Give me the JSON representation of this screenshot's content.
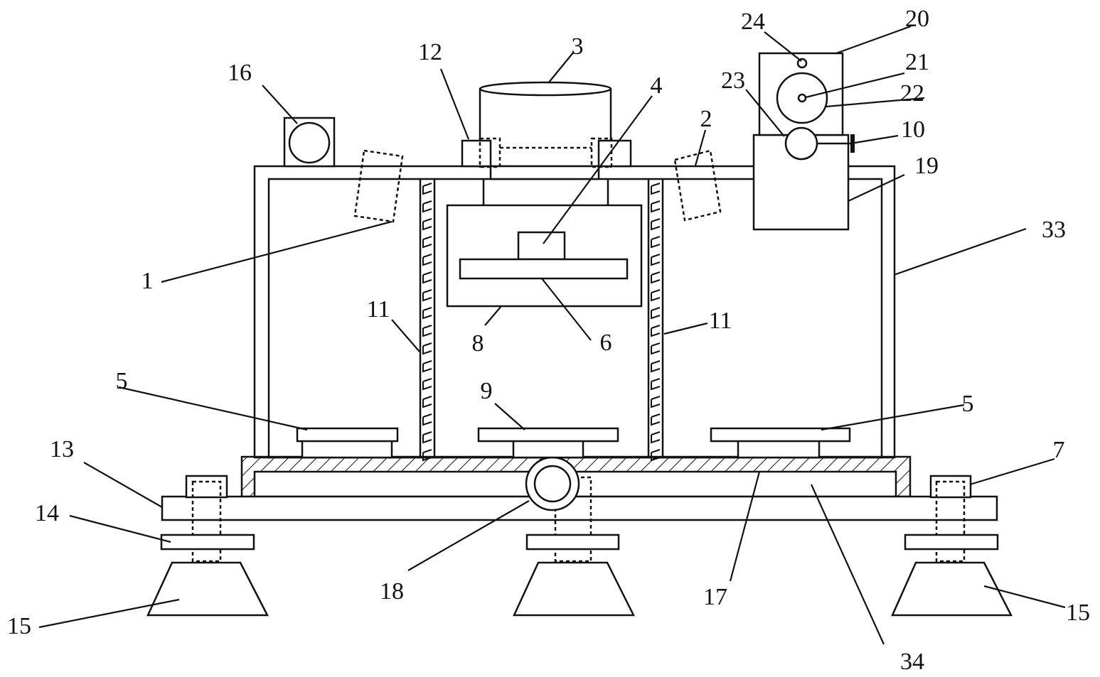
{
  "figure": {
    "labels": {
      "l1": "1",
      "l2": "2",
      "l3": "3",
      "l4": "4",
      "l5a": "5",
      "l5b": "5",
      "l6": "6",
      "l7": "7",
      "l8": "8",
      "l9": "9",
      "l10": "10",
      "l11a": "11",
      "l11b": "11",
      "l12": "12",
      "l13": "13",
      "l14": "14",
      "l15a": "15",
      "l15b": "15",
      "l16": "16",
      "l17": "17",
      "l18": "18",
      "l19": "19",
      "l20": "20",
      "l21": "21",
      "l22": "22",
      "l23": "23",
      "l24": "24",
      "l33": "33",
      "l34": "34"
    },
    "colors": {
      "ink": "#111111",
      "paper": "#ffffff"
    }
  }
}
